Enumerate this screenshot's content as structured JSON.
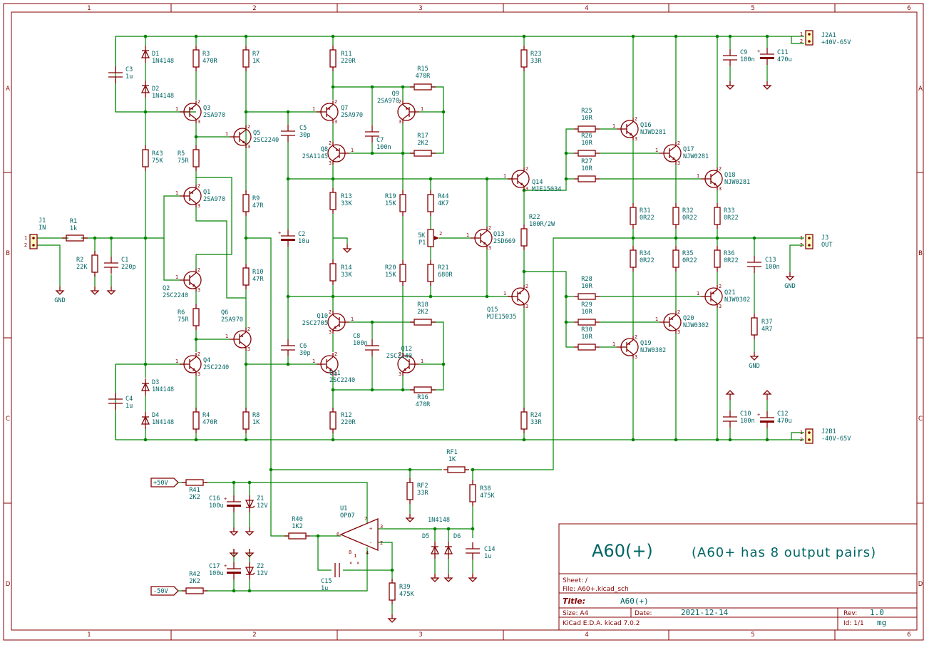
{
  "frame": {
    "cols": [
      "1",
      "2",
      "3",
      "4",
      "5",
      "6"
    ],
    "rows": [
      "A",
      "B",
      "C",
      "D"
    ]
  },
  "title_block": {
    "title_large": "A60(+)",
    "subtitle": "(A60+ has 8 output pairs)",
    "sheet_label": "Sheet: /",
    "file_label": "File: A60+.kicad_sch",
    "title_label": "Title:",
    "title_value": "A60(+)",
    "size_label": "Size: A4",
    "date_label": "Date:",
    "date_value": "2021-12-14",
    "rev_label": "Rev:",
    "rev_value": "1.0",
    "kicad_label": "KiCad E.D.A.  kicad 7.0.2",
    "id_label": "Id: 1/1",
    "id_suffix": "mg"
  },
  "connectors": [
    {
      "ref": "J1",
      "val": "IN",
      "p1": "1",
      "p2": "2"
    },
    {
      "ref": "J2A1",
      "val": "+40V-65V",
      "p1": "1",
      "p2": "2"
    },
    {
      "ref": "J3",
      "val": "OUT",
      "p1": "1",
      "p2": "2"
    },
    {
      "ref": "J2B1",
      "val": "-40V-65V",
      "p1": "1",
      "p2": "2"
    }
  ],
  "resistors": [
    {
      "ref": "R1",
      "val": "1k"
    },
    {
      "ref": "R2",
      "val": "22K"
    },
    {
      "ref": "R3",
      "val": "470R"
    },
    {
      "ref": "R4",
      "val": "470R"
    },
    {
      "ref": "R5",
      "val": "75R"
    },
    {
      "ref": "R6",
      "val": "75R"
    },
    {
      "ref": "R7",
      "val": "1K"
    },
    {
      "ref": "R8",
      "val": "1K"
    },
    {
      "ref": "R9",
      "val": "47R"
    },
    {
      "ref": "R10",
      "val": "47R"
    },
    {
      "ref": "R11",
      "val": "220R"
    },
    {
      "ref": "R12",
      "val": "220R"
    },
    {
      "ref": "R13",
      "val": "33K"
    },
    {
      "ref": "R14",
      "val": "33K"
    },
    {
      "ref": "R15",
      "val": "470R"
    },
    {
      "ref": "R16",
      "val": "470R"
    },
    {
      "ref": "R17",
      "val": "2K2"
    },
    {
      "ref": "R18",
      "val": "2K2"
    },
    {
      "ref": "R19",
      "val": "15K"
    },
    {
      "ref": "R20",
      "val": "15K"
    },
    {
      "ref": "R44",
      "val": "4K7"
    },
    {
      "ref": "R21",
      "val": "680R"
    },
    {
      "ref": "R22",
      "val": "100R/2W"
    },
    {
      "ref": "R23",
      "val": "33R"
    },
    {
      "ref": "R24",
      "val": "33R"
    },
    {
      "ref": "R25",
      "val": "10R"
    },
    {
      "ref": "R26",
      "val": "10R"
    },
    {
      "ref": "R27",
      "val": "10R"
    },
    {
      "ref": "R28",
      "val": "10R"
    },
    {
      "ref": "R29",
      "val": "10R"
    },
    {
      "ref": "R30",
      "val": "10R"
    },
    {
      "ref": "R31",
      "val": "0R22"
    },
    {
      "ref": "R32",
      "val": "0R22"
    },
    {
      "ref": "R33",
      "val": "0R22"
    },
    {
      "ref": "R34",
      "val": "0R22"
    },
    {
      "ref": "R35",
      "val": "0R22"
    },
    {
      "ref": "R36",
      "val": "0R22"
    },
    {
      "ref": "R37",
      "val": "4R7"
    },
    {
      "ref": "R43",
      "val": "75K"
    },
    {
      "ref": "RF1",
      "val": "1K"
    },
    {
      "ref": "RF2",
      "val": "33R"
    },
    {
      "ref": "R38",
      "val": "475K"
    },
    {
      "ref": "R39",
      "val": "475K"
    },
    {
      "ref": "R40",
      "val": "1K2"
    },
    {
      "ref": "R41",
      "val": "2K2"
    },
    {
      "ref": "R42",
      "val": "2K2"
    }
  ],
  "capacitors": [
    {
      "ref": "C1",
      "val": "220p"
    },
    {
      "ref": "C2",
      "val": "10u"
    },
    {
      "ref": "C3",
      "val": "1u"
    },
    {
      "ref": "C4",
      "val": "1u"
    },
    {
      "ref": "C5",
      "val": "30p"
    },
    {
      "ref": "C6",
      "val": "30p"
    },
    {
      "ref": "C7",
      "val": "100n"
    },
    {
      "ref": "C8",
      "val": "100n"
    },
    {
      "ref": "C9",
      "val": "100n"
    },
    {
      "ref": "C10",
      "val": "100n"
    },
    {
      "ref": "C11",
      "val": "470u"
    },
    {
      "ref": "C12",
      "val": "470u"
    },
    {
      "ref": "C13",
      "val": "100n"
    },
    {
      "ref": "C14",
      "val": "1u"
    },
    {
      "ref": "C15",
      "val": "1u"
    },
    {
      "ref": "C16",
      "val": "100u"
    },
    {
      "ref": "C17",
      "val": "100u"
    }
  ],
  "transistors": [
    {
      "ref": "Q1",
      "val": "2SA970"
    },
    {
      "ref": "Q2",
      "val": "2SC2240"
    },
    {
      "ref": "Q3",
      "val": "2SA970"
    },
    {
      "ref": "Q4",
      "val": "2SC2240"
    },
    {
      "ref": "Q5",
      "val": "2SC2240"
    },
    {
      "ref": "Q6",
      "val": "2SA970"
    },
    {
      "ref": "Q7",
      "val": "2SA970"
    },
    {
      "ref": "Q8",
      "val": "2SA1145"
    },
    {
      "ref": "Q9",
      "val": "2SA970"
    },
    {
      "ref": "Q10",
      "val": "2SC2705"
    },
    {
      "ref": "Q11",
      "val": "2SC2240"
    },
    {
      "ref": "Q12",
      "val": "2SC2240"
    },
    {
      "ref": "Q13",
      "val": "2SD669"
    },
    {
      "ref": "Q14",
      "val": "MJE15034"
    },
    {
      "ref": "Q15",
      "val": "MJE15035"
    },
    {
      "ref": "Q16",
      "val": "NJWD281"
    },
    {
      "ref": "Q17",
      "val": "NJW0281"
    },
    {
      "ref": "Q18",
      "val": "NJW0281"
    },
    {
      "ref": "Q19",
      "val": "NJW0302"
    },
    {
      "ref": "Q20",
      "val": "NJW0302"
    },
    {
      "ref": "Q21",
      "val": "NJW0302"
    }
  ],
  "diodes": [
    {
      "ref": "D1",
      "val": "1N4148"
    },
    {
      "ref": "D2",
      "val": "1N4148"
    },
    {
      "ref": "D3",
      "val": "1N4148"
    },
    {
      "ref": "D4",
      "val": "1N4148"
    },
    {
      "ref": "D5",
      "val": ""
    },
    {
      "ref": "D6",
      "val": ""
    },
    {
      "ref": "Z1",
      "val": "12V"
    },
    {
      "ref": "Z2",
      "val": "12V"
    }
  ],
  "d56_value": "1N4148",
  "pot": {
    "ref": "P1",
    "val": "5K"
  },
  "opamp": {
    "ref": "U1",
    "val": "OP07",
    "pins": [
      "6",
      "7",
      "3",
      "2",
      "4",
      "8",
      "1"
    ]
  },
  "power_labels": {
    "pos": "+50V",
    "neg": "-50V"
  },
  "gnd_label": "GND"
}
